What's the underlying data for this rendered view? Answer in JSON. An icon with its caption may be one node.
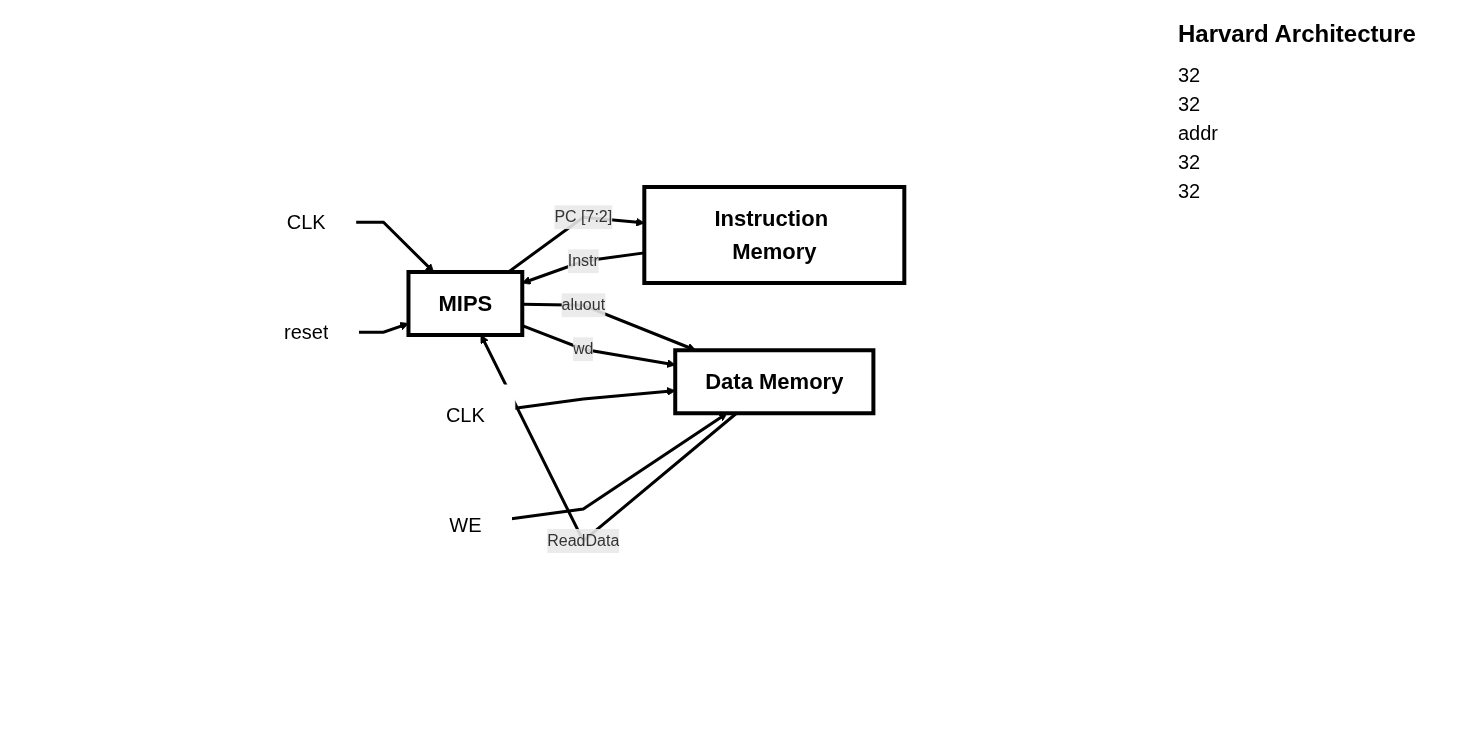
{
  "diagram": {
    "title": "Harvard Architecture",
    "nodes": [
      {
        "text": [
          "CLK"
        ]
      },
      {
        "text": [
          "reset"
        ]
      },
      {
        "text": [
          "MIPS"
        ]
      },
      {
        "text": [
          "Instruction Memory"
        ]
      },
      {
        "text": [
          "Data Memory"
        ]
      },
      {
        "text": [
          "CLK"
        ]
      },
      {
        "text": [
          "WE"
        ]
      }
    ],
    "edges": [
      {
        "from": 0,
        "to": 2,
        "arrow": "to"
      },
      {
        "from": 1,
        "to": 2,
        "arrow": "to"
      },
      {
        "from": 2,
        "to": 3,
        "arrow": "to",
        "label": "PC [7:2]"
      },
      {
        "from": 3,
        "to": 2,
        "arrow": "to",
        "label": "Instr"
      },
      {
        "from": 4,
        "to": 2,
        "arrow": "to",
        "label": "ReadData"
      },
      {
        "from": 2,
        "to": 4,
        "arrow": "to",
        "label": "aluout"
      },
      {
        "from": 2,
        "to": 4,
        "arrow": "to",
        "label": "wd"
      },
      {
        "from": 5,
        "to": 4,
        "arrow": "to"
      },
      {
        "from": 6,
        "to": 4,
        "arrow": "to"
      }
    ],
    "labels": [
      "32",
      "32",
      "addr",
      "32",
      "32"
    ]
  }
}
